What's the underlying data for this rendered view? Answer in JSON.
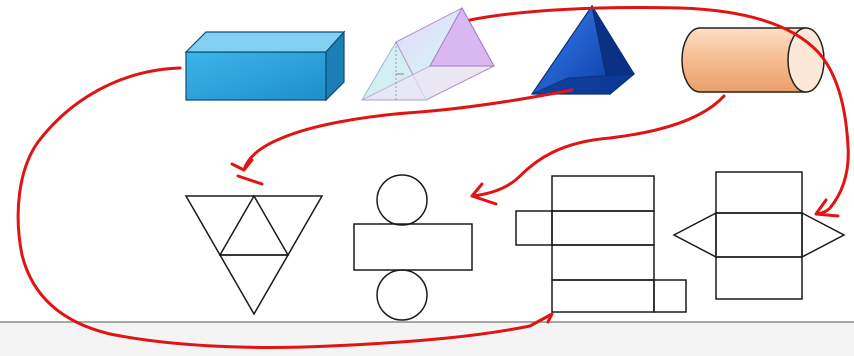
{
  "title": "",
  "solids": [
    {
      "name": "cuboid",
      "color": "#2aa6dd"
    },
    {
      "name": "triangular-prism",
      "color": "#d8b6ef"
    },
    {
      "name": "triangular-pyramid",
      "color": "#1f63d6"
    },
    {
      "name": "cylinder",
      "color": "#f6c19a"
    }
  ],
  "nets": [
    {
      "name": "triangular-pyramid-net"
    },
    {
      "name": "cylinder-net"
    },
    {
      "name": "cuboid-net"
    },
    {
      "name": "triangular-prism-net"
    }
  ],
  "colors": {
    "annotation": "#e11414",
    "outline": "#1a1a1a",
    "background": "#ffffff",
    "bottom_line": "#8c8c8c"
  }
}
